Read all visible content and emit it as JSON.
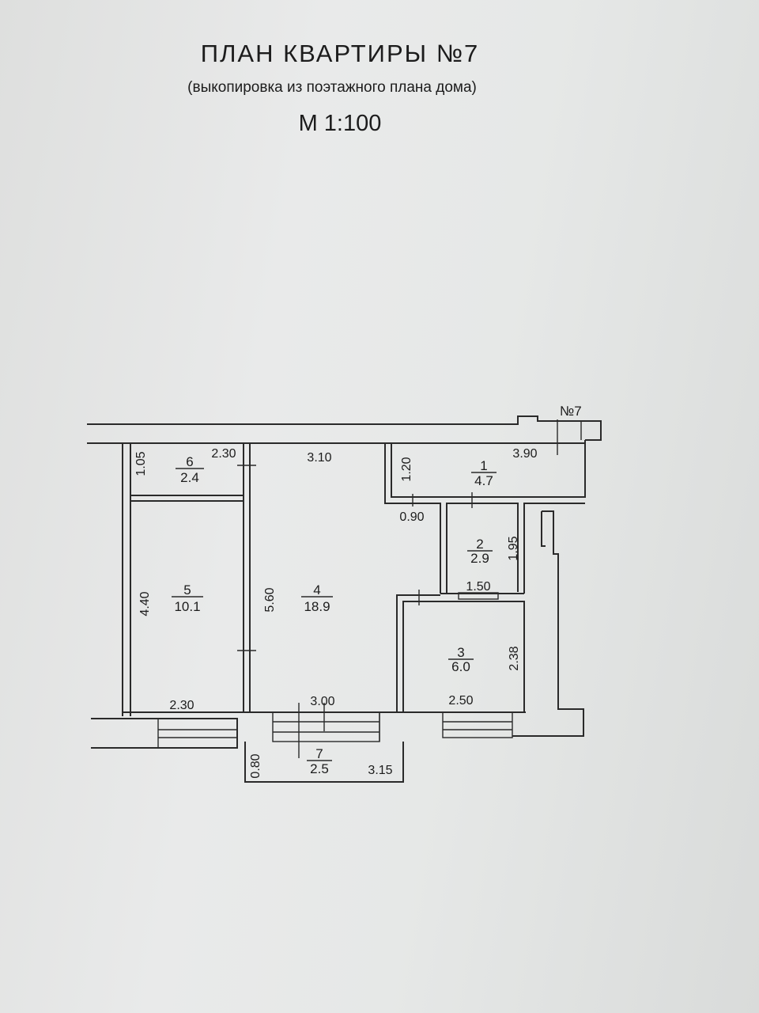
{
  "header": {
    "title": "ПЛАН  КВАРТИРЫ №7",
    "subtitle": "(выкопировка из поэтажного плана дома)",
    "scale": "М 1:100"
  },
  "apartment_tag": "№7",
  "rooms": [
    {
      "number": "1",
      "area": "4.7"
    },
    {
      "number": "2",
      "area": "2.9"
    },
    {
      "number": "3",
      "area": "6.0"
    },
    {
      "number": "4",
      "area": "18.9"
    },
    {
      "number": "5",
      "area": "10.1"
    },
    {
      "number": "6",
      "area": "2.4"
    },
    {
      "number": "7",
      "area": "2.5"
    }
  ],
  "dimensions": {
    "room6_width": "2.30",
    "room6_height": "1.05",
    "room4_top_width": "3.10",
    "room4_height": "5.60",
    "room4_bottom_width": "3.00",
    "room5_height": "4.40",
    "room5_bottom_width": "2.30",
    "room1_height": "1.20",
    "room1_width": "3.90",
    "corridor_width": "0.90",
    "room2_height": "1.95",
    "room2_width": "1.50",
    "room3_height": "2.38",
    "room3_width": "2.50",
    "room7_depth": "0.80",
    "room7_width": "3.15"
  }
}
